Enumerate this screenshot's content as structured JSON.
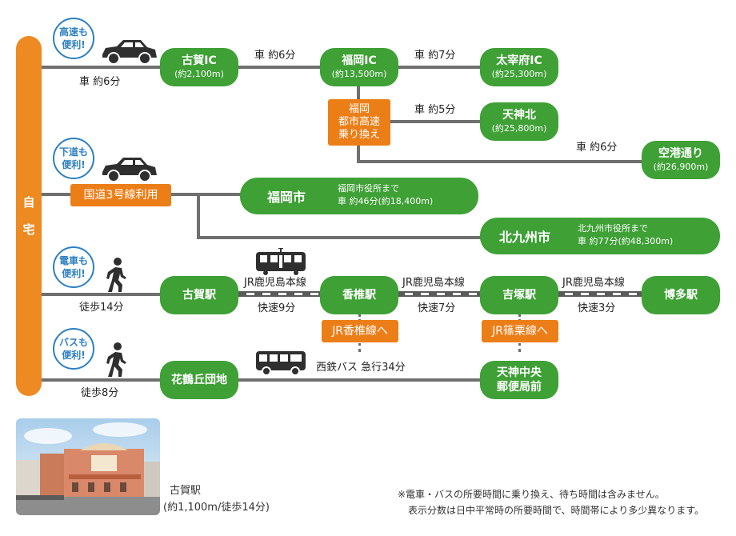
{
  "home": {
    "chars": [
      "自",
      "宅"
    ]
  },
  "bubbles": {
    "highway": [
      "高速も",
      "便利!"
    ],
    "local": [
      "下道も",
      "便利!"
    ],
    "train": [
      "電車も",
      "便利!"
    ],
    "bus": [
      "バスも",
      "便利!"
    ]
  },
  "highway": {
    "home_label": "車 約6分",
    "koga_ic": {
      "name": "古賀IC",
      "dist": "(約2,100m)"
    },
    "seg1": "車 約6分",
    "fukuoka_ic": {
      "name": "福岡IC",
      "dist": "(約13,500m)"
    },
    "seg2": "車 約7分",
    "dazaifu_ic": {
      "name": "太宰府IC",
      "dist": "(約25,300m)"
    },
    "transfer": [
      "福岡",
      "都市高速",
      "乗り換え"
    ],
    "seg3": "車 約5分",
    "tenjin_kita": {
      "name": "天神北",
      "dist": "(約25,800m)"
    },
    "seg4": "車 約6分",
    "airport": {
      "name": "空港通り",
      "dist": "(約26,900m)"
    }
  },
  "local": {
    "route": "国道3号線利用",
    "fukuoka_city": {
      "name": "福岡市",
      "desc1": "福岡市役所まで",
      "desc2": "車 約46分(約18,400m)"
    },
    "kitakyushu_city": {
      "name": "北九州市",
      "desc1": "北九州市役所まで",
      "desc2": "車 約77分(約48,300m)"
    }
  },
  "train": {
    "walk": "徒歩14分",
    "koga_st": "古賀駅",
    "line1": "JR鹿児島本線",
    "time1": "快速9分",
    "kashii_st": "香椎駅",
    "line2": "JR鹿児島本線",
    "time2": "快速7分",
    "yoshizuka_st": "吉塚駅",
    "line3": "JR鹿児島本線",
    "time3": "快速3分",
    "hakata_st": "博多駅",
    "kashii_line": "JR香椎線へ",
    "sasaguri_line": "JR篠栗線へ"
  },
  "bus": {
    "walk": "徒歩8分",
    "stop": "花鶴丘団地",
    "route": "西鉄バス 急行34分",
    "dest": [
      "天神中央",
      "郵便局前"
    ]
  },
  "photo": {
    "caption": "古賀駅",
    "sub": "(約1,100m/徒歩14分)"
  },
  "notes": [
    "※電車・バスの所要時間に乗り換え、待ち時間は含みません。",
    "表示分数は日中平常時の所要時間で、時間帯により多少異なります。"
  ],
  "colors": {
    "green": "#3ea035",
    "orange": "#ec7e18",
    "home": "#ee8a22",
    "bubble_blue": "#2d7fc1",
    "line_gray": "#6f6f6f"
  },
  "icons": [
    "car-icon",
    "walker-icon",
    "train-icon",
    "bus-icon"
  ]
}
